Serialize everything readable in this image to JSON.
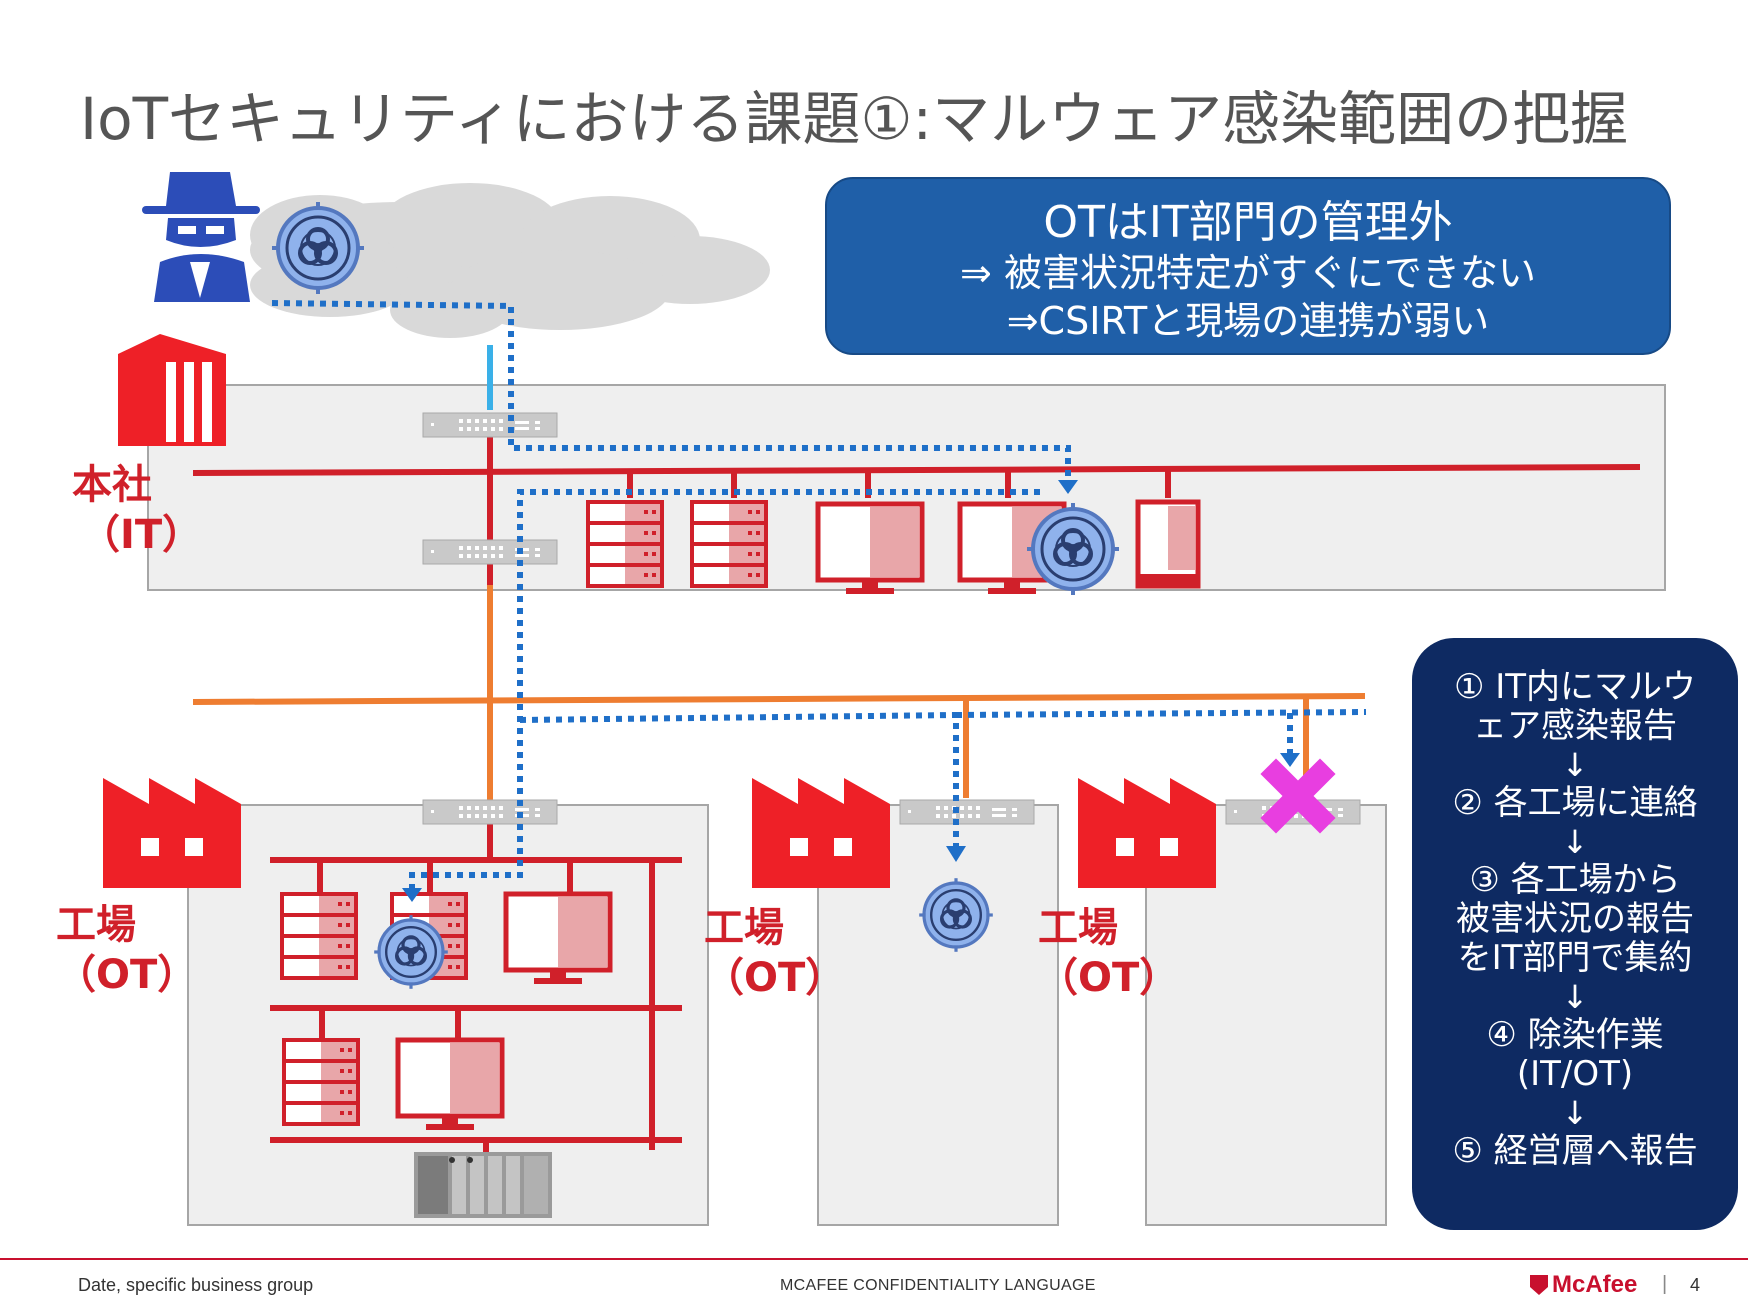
{
  "title": "IoTセキュリティにおける課題①:マルウェア感染範囲の把握",
  "callout": {
    "line1": "OTはIT部門の管理外",
    "line2": "⇒ 被害状況特定がすぐにできない",
    "line3": "⇒CSIRTと現場の連携が弱い"
  },
  "sites": {
    "hq": {
      "line1": "本社",
      "line2": "（IT）"
    },
    "factory1": {
      "line1": "工場",
      "line2": "（OT）"
    },
    "factory2": {
      "line1": "工場",
      "line2": "（OT）"
    },
    "factory3": {
      "line1": "工場",
      "line2": "（OT）"
    }
  },
  "steps": {
    "s1a": "① IT内にマルウ",
    "s1b": "ェア感染報告",
    "s2": "② 各工場に連絡",
    "s3a": "③ 各工場から",
    "s3b": "被害状況の報告",
    "s3c": "をIT部門で集約",
    "s4a": "④ 除染作業",
    "s4b": "(IT/OT)",
    "s5": "⑤ 経営層へ報告",
    "arrow": "↓"
  },
  "footer": {
    "left": "Date, specific business group",
    "center": "MCAFEE CONFIDENTIALITY LANGUAGE",
    "logo": "McAfee",
    "separator": "|",
    "page": "4"
  },
  "icons": [
    "hacker-icon",
    "biohazard-icon",
    "building-icon",
    "factory-icon",
    "server-icon",
    "monitor-icon",
    "tablet-icon",
    "switch-icon",
    "plc-icon",
    "blocked-x-icon"
  ],
  "colors": {
    "it_network": "#d0202a",
    "ot_network": "#ee7d31",
    "attack_path": "#1f6fc8",
    "callout_bg": "#1f5fa8",
    "steps_bg": "#0e2a62",
    "blocked": "#e83ee0",
    "biohazard": "#8fb2ec"
  }
}
